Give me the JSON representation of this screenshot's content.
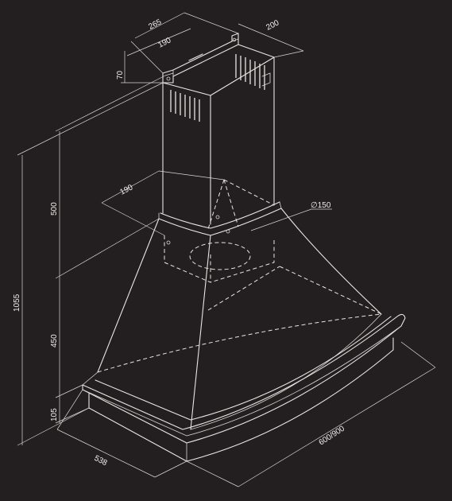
{
  "dimensions": {
    "top_depth": "265",
    "top_width": "190",
    "top_side": "200",
    "top_height": "70",
    "total_height": "1055",
    "chimney_height": "500",
    "body_height": "450",
    "base_height": "105",
    "lower_chimney_width": "190",
    "duct_diameter": "∅150",
    "hood_depth": "538",
    "hood_width": "600/900"
  },
  "colors": {
    "background": "#231f20",
    "line": "#e8e6e3"
  }
}
